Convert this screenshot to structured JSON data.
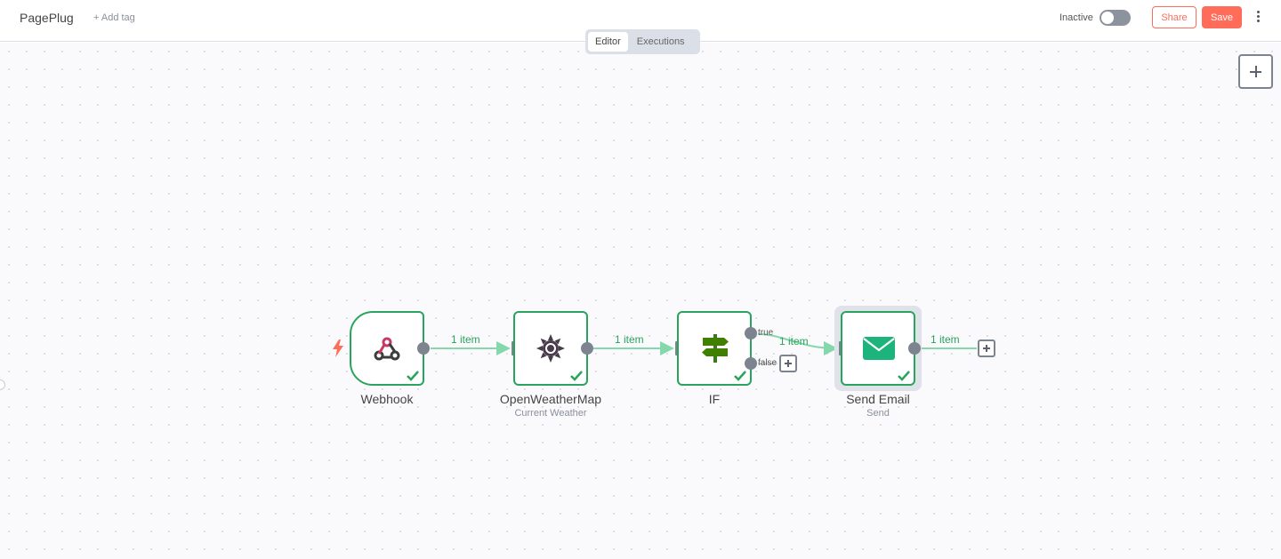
{
  "header": {
    "workflow_name": "PagePlug",
    "add_tag_label": "+ Add tag",
    "active_label": "Inactive",
    "active_state": false,
    "share_label": "Share",
    "save_label": "Save",
    "more_icon": "more-vertical-icon"
  },
  "tabs": [
    {
      "label": "Editor",
      "active": true
    },
    {
      "label": "Executions",
      "active": false
    }
  ],
  "canvas": {
    "zoom_in_icon": "plus-icon",
    "nodes": [
      {
        "title": "Webhook",
        "subtitle": "",
        "icon": "webhook-icon",
        "status": "success",
        "trigger": true
      },
      {
        "title": "OpenWeatherMap",
        "subtitle": "Current Weather",
        "icon": "sun-icon",
        "status": "success"
      },
      {
        "title": "IF",
        "subtitle": "",
        "icon": "signpost-icon",
        "status": "success"
      },
      {
        "title": "Send Email",
        "subtitle": "Send",
        "icon": "envelope-icon",
        "status": "success",
        "selected": true
      }
    ],
    "edges": [
      {
        "label": "1 item"
      },
      {
        "label": "1 item"
      },
      {
        "label": "1 item"
      },
      {
        "label": "1 item"
      }
    ],
    "branches": {
      "true_label": "true",
      "false_label": "false"
    }
  },
  "colors": {
    "accent": "#ff6d5a",
    "success": "#29a45c",
    "edge": "#84d8ab",
    "handle": "#7d838f"
  }
}
